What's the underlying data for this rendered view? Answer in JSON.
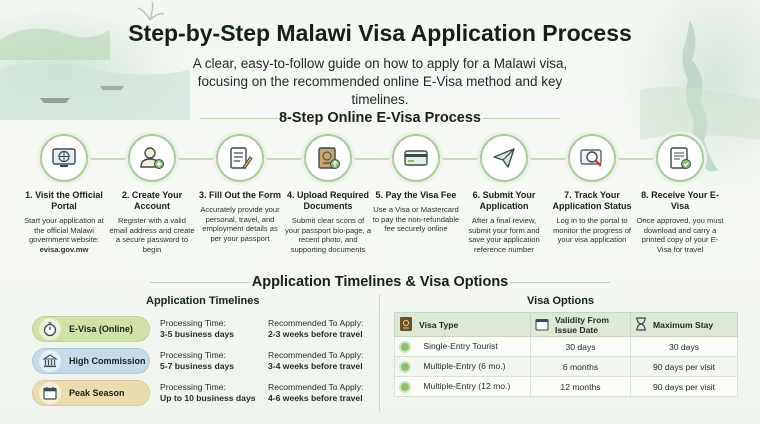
{
  "header": {
    "title": "Step-by-Step Malawi Visa Application Process",
    "subtitle": "A clear, easy-to-follow guide on how to apply for a Malawi visa, focusing on the recommended online E-Visa method and key timelines."
  },
  "steps_section": {
    "heading": "8-Step Online E-Visa Process",
    "steps": [
      {
        "icon": "globe-monitor-icon",
        "title": "1. Visit the Official Portal",
        "desc": "Start your application at the official Malawi government website:",
        "link": "evisa.gov.mw"
      },
      {
        "icon": "add-user-icon",
        "title": "2. Create Your Account",
        "desc": "Register with a valid email address and create a secure password to begin"
      },
      {
        "icon": "form-pen-icon",
        "title": "3. Fill Out the Form",
        "desc": "Accurately provide your personal, travel, and employment details as per your passport"
      },
      {
        "icon": "passport-upload-icon",
        "title": "4. Upload Required Documents",
        "desc": "Submit clear scons of your passport bio-page, a recent photo, and supporting documents"
      },
      {
        "icon": "credit-card-icon",
        "title": "5. Pay the Visa Fee",
        "desc": "Use a Visa or Mastercard to pay the non-refundable fee securely online"
      },
      {
        "icon": "paper-plane-icon",
        "title": "6. Submit Your Application",
        "desc": "After a final review, submit your form and save your application reference number"
      },
      {
        "icon": "magnifier-icon",
        "title": "7. Track Your Application Status",
        "desc": "Log in to the portal to monitor the progress of your visa application"
      },
      {
        "icon": "visa-document-icon",
        "title": "8. Receive Your E-Visa",
        "desc": "Once approved, you must download and carry a printed copy of your E-Visa for travel"
      }
    ]
  },
  "timelines_section": {
    "heading": "Application Timelines & Visa Options",
    "timelines_heading": "Application Timelines",
    "rows": [
      {
        "label": "E-Visa (Online)",
        "icon": "stopwatch-icon",
        "color": "#cfe3a8",
        "processing_label": "Processing Time:",
        "processing": "3-5 business days",
        "apply_label": "Recommended To Apply:",
        "apply": "2-3 weeks before travel"
      },
      {
        "label": "High Commission",
        "icon": "building-icon",
        "color": "#c4dbe8",
        "processing_label": "Processing Time:",
        "processing": "5-7 business days",
        "apply_label": "Recommended To Apply:",
        "apply": "3-4 weeks before travel"
      },
      {
        "label": "Peak Season",
        "icon": "calendar-icon",
        "color": "#ecdcaf",
        "processing_label": "Processing Time:",
        "processing": "Up to 10 business days",
        "apply_label": "Recommended To Apply:",
        "apply": "4-6 weeks before travel"
      }
    ],
    "visa_options_heading": "Visa Options",
    "table": {
      "headers": [
        "Visa Type",
        "Validity From Issue Date",
        "Maximum Stay"
      ],
      "header_icons": [
        "passport-icon",
        "calendar-icon",
        "hourglass-icon"
      ],
      "rows": [
        [
          "Single-Entry Tourist",
          "30 days",
          "30 days"
        ],
        [
          "Multiple-Entry (6 mo.)",
          "6 months",
          "90 days per visit"
        ],
        [
          "Multiple-Entry (12 mo.)",
          "12 months",
          "90 days per visit"
        ]
      ]
    }
  },
  "colors": {
    "accent_green": "#8fbf6a",
    "step_ring": "#a9cba0",
    "table_header": "#dce9d6"
  }
}
